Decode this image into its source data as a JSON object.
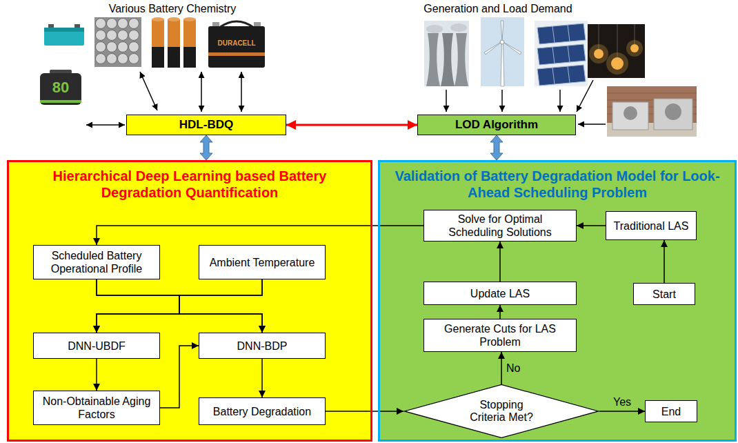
{
  "diagram": {
    "nodes": [
      {
        "text": [
          "HDL-BDQ"
        ]
      },
      {
        "text": [
          "LOD Algorithm"
        ]
      },
      {
        "text": [
          "Hierarchical Deep Learning based Battery Degradation Quantification"
        ]
      },
      {
        "text": [
          "Scheduled Battery Operational Profile"
        ],
        "in": 2
      },
      {
        "text": [
          "Ambient Temperature"
        ],
        "in": 2
      },
      {
        "text": [
          "DNN-UBDF"
        ],
        "in": 2
      },
      {
        "text": [
          "DNN-BDP"
        ],
        "in": 2
      },
      {
        "text": [
          "Non-Obtainable Aging Factors"
        ],
        "in": 2
      },
      {
        "text": [
          "Battery Degradation"
        ],
        "in": 2
      },
      {
        "text": [
          "Validation of Battery Degradation Model for Look-Ahead Scheduling Problem"
        ]
      },
      {
        "text": [
          "Solve for Optimal Scheduling Solutions"
        ],
        "in": 9
      },
      {
        "text": [
          "Traditional LAS"
        ],
        "in": 9
      },
      {
        "text": [
          "Update LAS"
        ],
        "in": 9
      },
      {
        "text": [
          "Start"
        ],
        "in": 9
      },
      {
        "text": [
          "Generate Cuts for LAS Problem"
        ],
        "in": 9
      },
      {
        "text": [
          "Stopping Criteria Met?"
        ],
        "in": 9
      },
      {
        "text": [
          "End"
        ],
        "in": 9
      }
    ],
    "edges": [
      {
        "from": 0,
        "to": 1,
        "arrow": "both"
      },
      {
        "from": 0,
        "to": 2,
        "arrow": "both"
      },
      {
        "from": 1,
        "to": 9,
        "arrow": "both"
      },
      {
        "from": 10,
        "to": 3,
        "arrow": "to"
      },
      {
        "from": 3,
        "to": 5,
        "arrow": "to"
      },
      {
        "from": 3,
        "to": 6,
        "arrow": "to"
      },
      {
        "from": 4,
        "to": 5,
        "arrow": "to"
      },
      {
        "from": 4,
        "to": 6,
        "arrow": "to"
      },
      {
        "from": 5,
        "to": 7,
        "arrow": "to"
      },
      {
        "from": 7,
        "to": 6,
        "arrow": "to"
      },
      {
        "from": 6,
        "to": 8,
        "arrow": "to"
      },
      {
        "from": 8,
        "to": 15,
        "arrow": "to"
      },
      {
        "from": 15,
        "to": 14,
        "arrow": "to",
        "label": "No"
      },
      {
        "from": 15,
        "to": 16,
        "arrow": "to",
        "label": "Yes"
      },
      {
        "from": 14,
        "to": 12,
        "arrow": "to"
      },
      {
        "from": 12,
        "to": 10,
        "arrow": "to"
      },
      {
        "from": 13,
        "to": 11,
        "arrow": "to"
      },
      {
        "from": 11,
        "to": 10,
        "arrow": "to"
      }
    ],
    "labels": [
      "Various Battery Chemistry",
      "Generation and Load Demand",
      "DURACELL",
      "80"
    ]
  }
}
